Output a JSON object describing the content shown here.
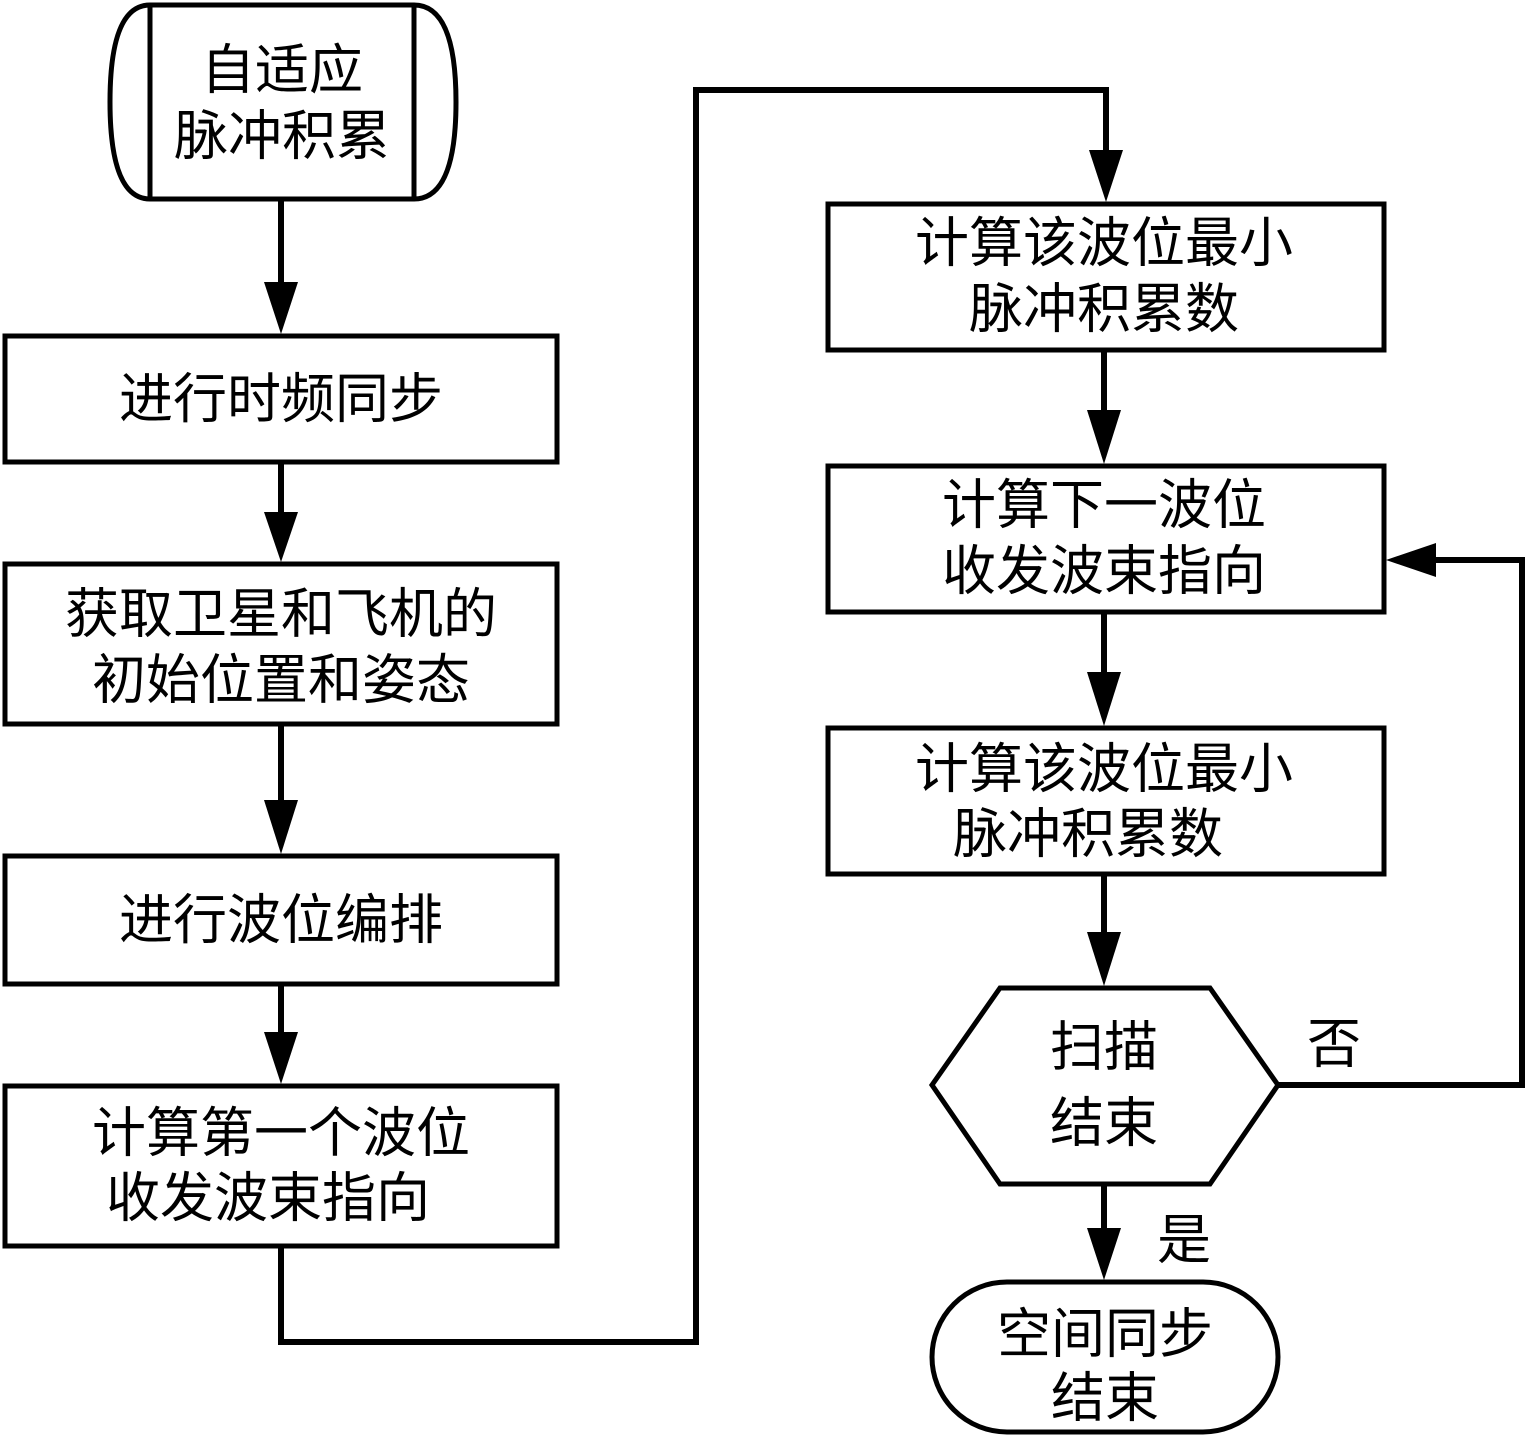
{
  "nodes": {
    "start": {
      "lines": [
        "自适应",
        "脉冲积累"
      ]
    },
    "time_sync": {
      "lines": [
        "进行时频同步"
      ]
    },
    "get_pose": {
      "lines": [
        "获取卫星和飞机的",
        "初始位置和姿态"
      ]
    },
    "beam_layout": {
      "lines": [
        "进行波位编排"
      ]
    },
    "first_beam": {
      "lines": [
        "计算第一个波位",
        "收发波束指向"
      ]
    },
    "min_pulse_1": {
      "lines": [
        "计算该波位最小",
        "脉冲积累数"
      ]
    },
    "next_beam": {
      "lines": [
        "计算下一波位",
        "收发波束指向"
      ]
    },
    "min_pulse_2": {
      "lines": [
        "计算该波位最小",
        "脉冲积累数"
      ]
    },
    "scan_done": {
      "lines": [
        "扫描",
        "结束"
      ]
    },
    "end": {
      "lines": [
        "空间同步",
        "结束"
      ]
    }
  },
  "branches": {
    "no": "否",
    "yes": "是"
  }
}
